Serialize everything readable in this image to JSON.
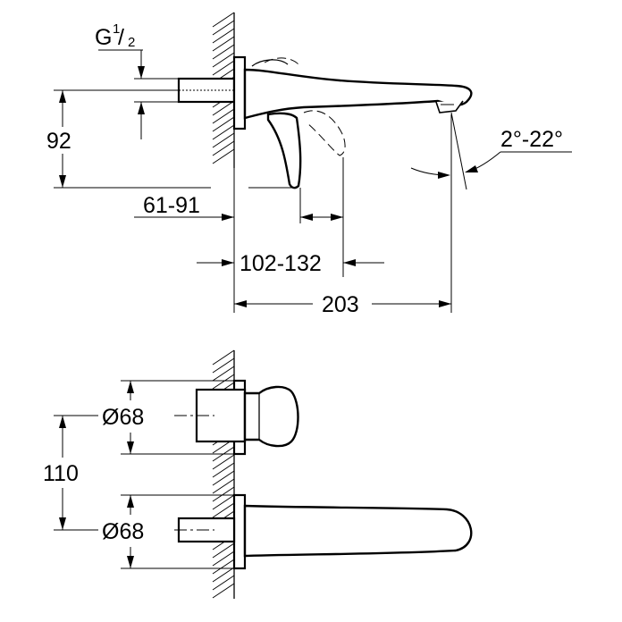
{
  "side_view": {
    "thread_label": "G",
    "thread_fraction_num": "1",
    "thread_fraction_den": "2",
    "height_label": "92",
    "wall_offset_label": "61-91",
    "lever_range_label": "102-132",
    "projection_label": "203",
    "angle_label": "2°-22°"
  },
  "front_view": {
    "top_diameter_label": "Ø68",
    "bottom_diameter_label": "Ø68",
    "spacing_label": "110"
  }
}
